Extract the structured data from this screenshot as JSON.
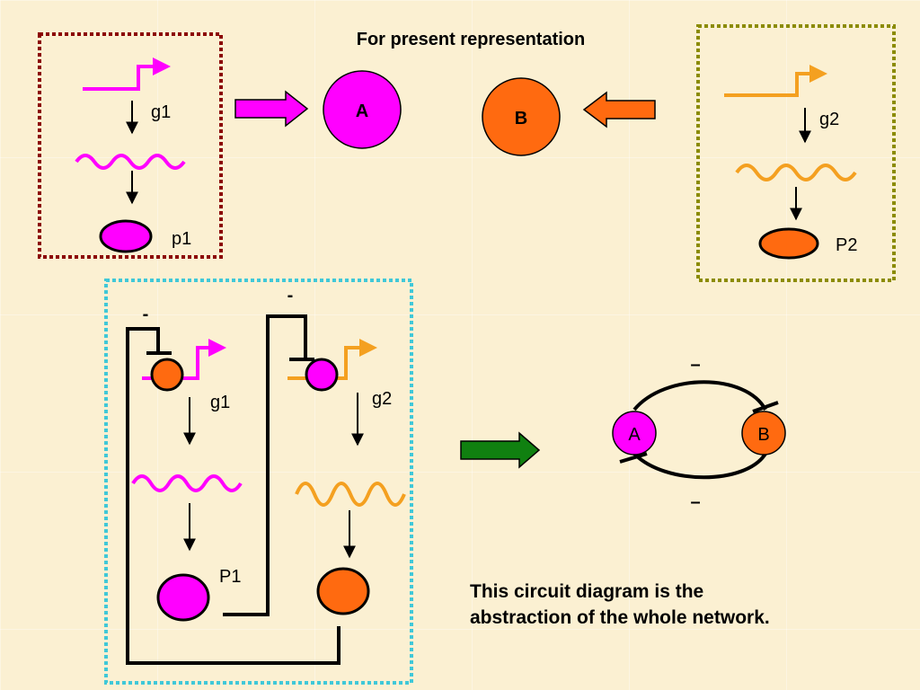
{
  "title": "For present representation",
  "top_left": {
    "gene": "g1",
    "protein": "p1"
  },
  "top_right": {
    "gene": "g2",
    "protein": "P2"
  },
  "node_a": "A",
  "node_b": "B",
  "network": {
    "gene1": "g1",
    "gene2": "g2",
    "protein1": "P1",
    "repress1": "-",
    "repress2": "-"
  },
  "abstract": {
    "node_a": "A",
    "node_b": "B",
    "top_sign": "–",
    "bottom_sign": "–"
  },
  "caption_line1": "This circuit diagram is the",
  "caption_line2": "abstraction of the whole network.",
  "colors": {
    "magenta": "#ff00ff",
    "orange": "#ff6a10",
    "gold": "#f4a020",
    "green": "#108010",
    "darkred": "#8b0000",
    "olive": "#8b8b00",
    "cyan": "#40c8d8"
  }
}
